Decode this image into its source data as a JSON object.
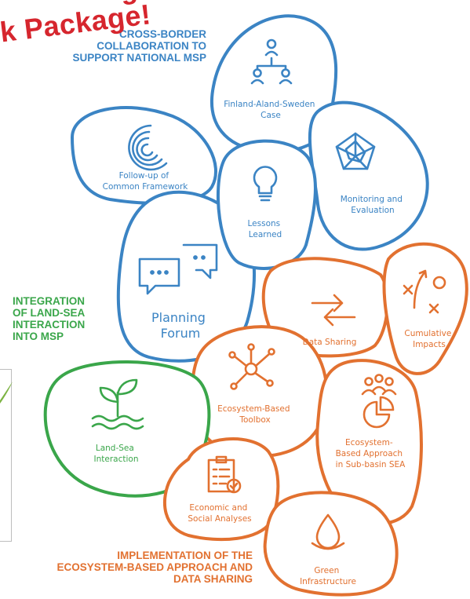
{
  "banner": {
    "line1": "g",
    "line2": "k Package!"
  },
  "headings": {
    "cross_border": [
      "CROSS-BORDER",
      "COLLABORATION TO",
      "SUPPORT NATIONAL MSP"
    ],
    "land_sea": [
      "INTEGRATION",
      "OF LAND-SEA",
      "INTERACTION",
      "INTO MSP"
    ],
    "ecosystem": [
      "IMPLEMENTATION OF THE",
      "ECOSYSTEM-BASED APPROACH AND",
      "DATA SHARING"
    ]
  },
  "nodes": {
    "finland": [
      "Finland-Aland-Sweden",
      "Case"
    ],
    "followup": [
      "Follow-up of",
      "Common Framework"
    ],
    "lessons": [
      "Lessons",
      "Learned"
    ],
    "monitoring": [
      "Monitoring and",
      "Evaluation"
    ],
    "planning": [
      "Planning",
      "Forum"
    ],
    "data_sharing": [
      "Data Sharing"
    ],
    "cumulative": [
      "Cumulative",
      "Impacts"
    ],
    "toolbox": [
      "Ecosystem-Based",
      "Toolbox"
    ],
    "land_sea": [
      "Land-Sea",
      "Interaction"
    ],
    "subbasin": [
      "Ecosystem-",
      "Based Approach",
      "in Sub-basin SEA"
    ],
    "economic": [
      "Economic and",
      "Social Analyses"
    ],
    "green": [
      "Green",
      "Infrastructure"
    ]
  },
  "colors": {
    "blue": "#3b84c4",
    "orange": "#e27130",
    "green": "#3aa64a",
    "red": "#d6262e"
  }
}
